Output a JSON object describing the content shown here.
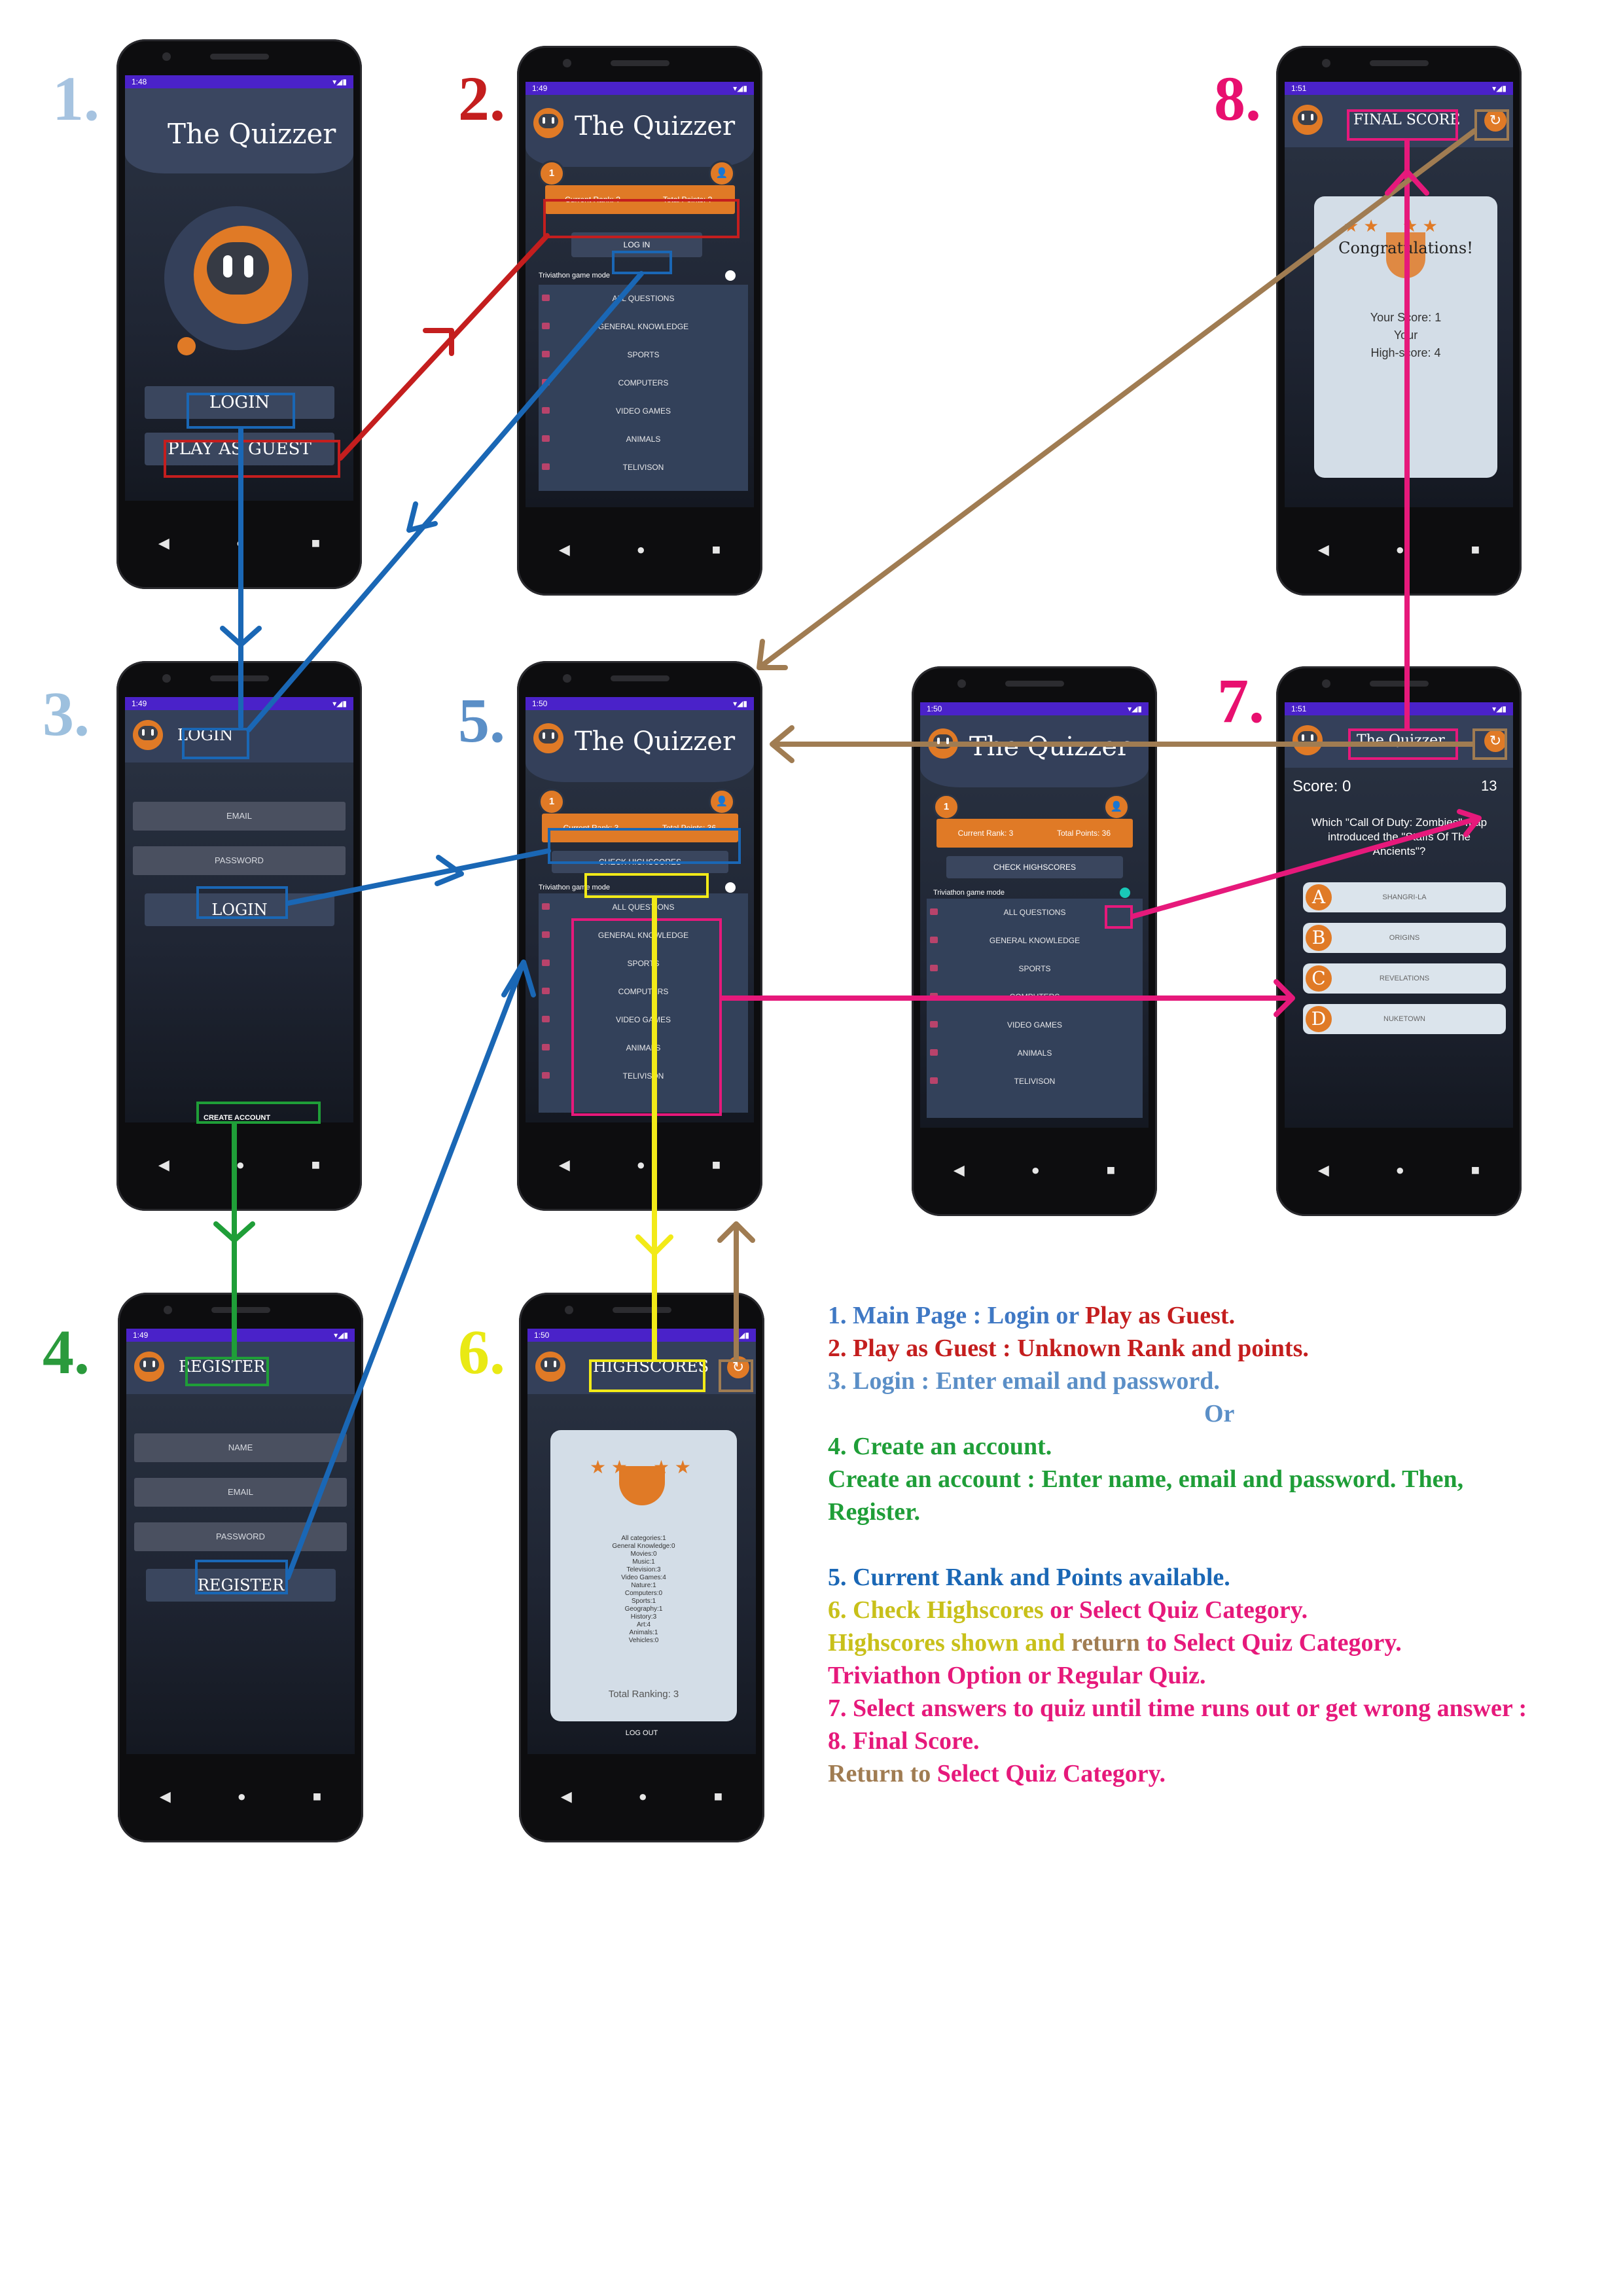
{
  "colors": {
    "c1": "#a6c3e0",
    "c2": "#c41e1e",
    "c3": "#9dc0de",
    "c4": "#2a9a3c",
    "c5": "#5b8fc7",
    "c6": "#e9e914",
    "c7": "#e8106f",
    "c8": "#e8106f",
    "blue": "#1a67b5",
    "brown": "#a07c52",
    "pink": "#e6197b",
    "yellow": "#f2ea18",
    "green": "#1f9e38"
  },
  "numbers": {
    "n1": "1.",
    "n2": "2.",
    "n3": "3.",
    "n4": "4.",
    "n5": "5.",
    "n6": "6.",
    "n7": "7.",
    "n8": "8."
  },
  "screens": {
    "s1": {
      "time": "1:48",
      "title": "The Quizzer",
      "login": "LOGIN",
      "guest": "PLAY AS GUEST"
    },
    "s2": {
      "time": "1:49",
      "title": "The Quizzer",
      "rank": "Current Rank: ?",
      "points": "Total Points: ?",
      "login": "LOG IN",
      "mode": "Triviathon game mode",
      "cats": [
        "ALL QUESTIONS",
        "GENERAL KNOWLEDGE",
        "SPORTS",
        "COMPUTERS",
        "VIDEO GAMES",
        "ANIMALS",
        "TELIVISON"
      ]
    },
    "s3": {
      "time": "1:49",
      "title": "LOGIN",
      "email": "EMAIL",
      "password": "PASSWORD",
      "login": "LOGIN",
      "create": "CREATE ACCOUNT"
    },
    "s4": {
      "time": "1:49",
      "title": "REGISTER",
      "name": "NAME",
      "email": "EMAIL",
      "password": "PASSWORD",
      "register": "REGISTER"
    },
    "s5": {
      "time": "1:50",
      "title": "The Quizzer",
      "rank": "Current Rank: 3",
      "points": "Total Points: 36",
      "check": "CHECK HIGHSCORES",
      "mode": "Triviathon game mode",
      "cats": [
        "ALL QUESTIONS",
        "GENERAL KNOWLEDGE",
        "SPORTS",
        "COMPUTERS",
        "VIDEO GAMES",
        "ANIMALS",
        "TELIVISON"
      ]
    },
    "s5b": {
      "time": "1:50",
      "title": "The Quizzer",
      "rank": "Current Rank: 3",
      "points": "Total Points: 36",
      "check": "CHECK HIGHSCORES",
      "mode": "Triviathon game mode",
      "cats": [
        "ALL QUESTIONS",
        "GENERAL KNOWLEDGE",
        "SPORTS",
        "COMPUTERS",
        "VIDEO GAMES",
        "ANIMALS",
        "TELIVISON"
      ]
    },
    "s6": {
      "time": "1:50",
      "title": "HIGHSCORES",
      "scores": [
        "All categories:1",
        "General Knowledge:0",
        "Movies:0",
        "Music:1",
        "Television:3",
        "Video Games:4",
        "Nature:1",
        "Computers:0",
        "Sports:1",
        "Geography:1",
        "History:3",
        "Art:4",
        "Animals:1",
        "Vehicles:0"
      ],
      "total": "Total Ranking:  3",
      "logout": "LOG OUT"
    },
    "s7": {
      "time": "1:51",
      "title": "The Quizzer",
      "score": "Score:  0",
      "timer": "13",
      "question": "Which \"Call Of Duty: Zombies\" map introduced the \"Staffs Of The Ancients\"?",
      "answers": [
        {
          "letter": "A",
          "text": "SHANGRI-LA"
        },
        {
          "letter": "B",
          "text": "ORIGINS"
        },
        {
          "letter": "C",
          "text": "REVELATIONS"
        },
        {
          "letter": "D",
          "text": "NUKETOWN"
        }
      ]
    },
    "s8": {
      "time": "1:51",
      "title": "FINAL SCORE",
      "congrats": "Congratulations!",
      "your_score": "Your Score: 1",
      "your": "Your",
      "high": "High-score: 4"
    }
  },
  "legend": {
    "l1a": "1. Main Page : Login",
    "l1b": " or ",
    "l1c": "Play as Guest.",
    "l2": "2. Play as Guest : Unknown Rank and points.",
    "l3": "3. Login : Enter email and password.",
    "or": "Or",
    "l4a": "4. Create an account.",
    "l4b": "Create an account : Enter name, email and password. Then,",
    "l4c": "Register.",
    "l5": "5. Current Rank and Points available.",
    "l6a": "6. Check Highscores",
    "l6b": " or Select Quiz Category.",
    "l6c": "Highscores shown and",
    "l6d": " return",
    "l6e": " to Select Quiz Category.",
    "l6f": "Triviathon Option or Regular Quiz.",
    "l7": "7. Select answers to quiz until time runs out or get wrong answer :",
    "l8": "8. Final Score.",
    "l9a": "Return",
    "l9b": " to ",
    "l9c": "Select Quiz Category."
  }
}
